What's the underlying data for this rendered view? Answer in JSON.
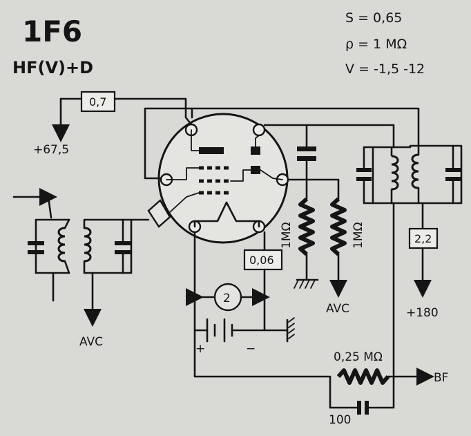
{
  "tube": {
    "name": "1F6",
    "function": "HF(V)+D"
  },
  "specs": {
    "s": "S = 0,65",
    "rho": "ρ = 1 MΩ",
    "v": "V = -1,5  -12"
  },
  "resistors": {
    "r_plate": "0,7",
    "r_screen": "2,2",
    "r_cathode": "0,06",
    "r_grid": "1MΩ",
    "r_avc": "1MΩ",
    "r_load": "0,25 MΩ"
  },
  "capacitor_load": "100",
  "battery": {
    "volts": "2",
    "plus": "+",
    "minus": "−"
  },
  "voltages": {
    "v67": "+67,5",
    "v180": "+180"
  },
  "labels": {
    "avc_left": "AVC",
    "avc_mid": "AVC",
    "output": "BF"
  },
  "colors": {
    "background": "#d9d9d6",
    "ink": "#151515"
  }
}
